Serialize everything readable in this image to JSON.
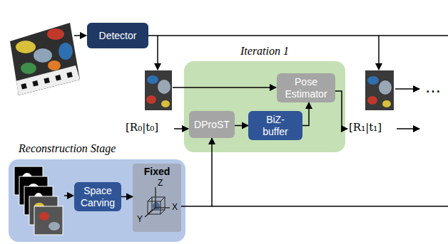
{
  "diagram": {
    "nodes": [
      {
        "text": [
          "Detector"
        ]
      },
      {
        "text": [
          "Iteration 1"
        ]
      },
      {
        "text": [
          "Pose Estimator"
        ],
        "in": 1
      },
      {
        "text": [
          "DProST"
        ],
        "in": 1
      },
      {
        "text": [
          "BiZ-buffer"
        ],
        "in": 1
      },
      {
        "text": [
          "Reconstruction Stage"
        ]
      },
      {
        "text": [
          "Space Carving"
        ],
        "in": 5
      },
      {
        "text": [
          "Fixed"
        ],
        "in": 5
      }
    ],
    "edges": [
      {
        "from": 3,
        "to": 4,
        "arrow": "to"
      },
      {
        "from": 4,
        "to": 2,
        "arrow": "to"
      },
      {
        "from": 6,
        "to": 7,
        "arrow": "to"
      },
      {
        "from": 7,
        "to": 3,
        "arrow": "to"
      }
    ],
    "labels": [
      "[R₀|t₀]",
      "[R₁|t₁]",
      "…",
      "Z",
      "X",
      "Y"
    ]
  }
}
